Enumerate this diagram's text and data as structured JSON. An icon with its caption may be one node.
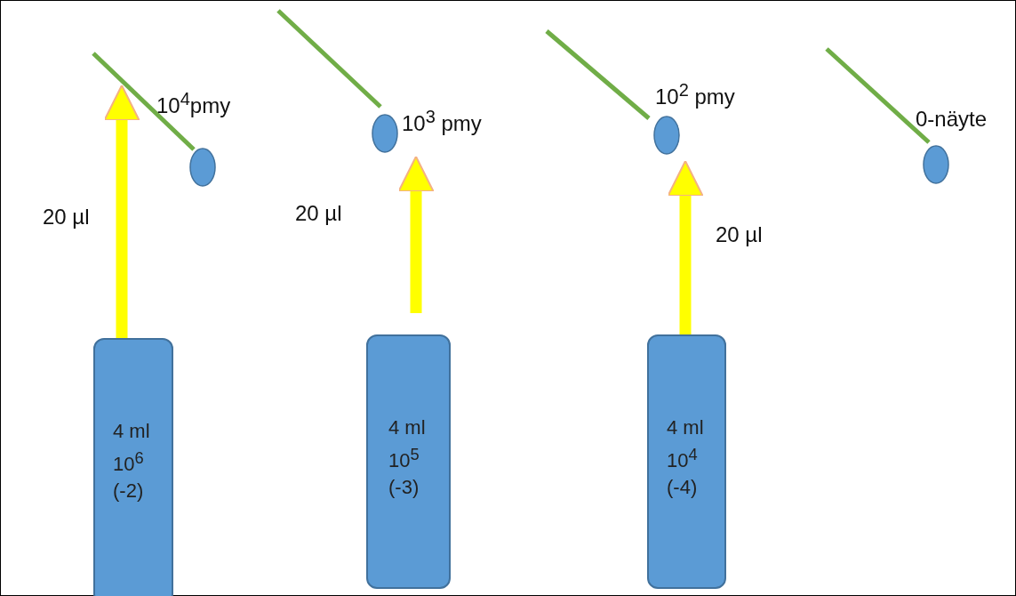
{
  "diagram": {
    "nodes": [
      {
        "text": [
          "4 ml 10$^{6}$ (-2)"
        ]
      },
      {
        "text": [
          "4 ml 10$^{5}$ (-3)"
        ]
      },
      {
        "text": [
          "4 ml 10$^{4}$ (-4)"
        ]
      },
      {
        "text": [],
        "shape": "circle",
        "beside": [
          "10$^{4}$pmy"
        ]
      },
      {
        "text": [],
        "shape": "circle",
        "beside": [
          "10$^{3}$ pmy"
        ]
      },
      {
        "text": [],
        "shape": "circle",
        "beside": [
          "10$^{2}$ pmy"
        ]
      },
      {
        "text": [],
        "shape": "circle",
        "beside": [
          "0-näyte"
        ]
      }
    ],
    "edges": [
      {
        "from": 0,
        "to": 3,
        "arrow": "to",
        "label": "20 µl"
      },
      {
        "from": 1,
        "to": 4,
        "arrow": "to",
        "label": "20 µl"
      },
      {
        "from": 2,
        "to": 5,
        "arrow": "to",
        "label": "20 µl"
      }
    ]
  }
}
